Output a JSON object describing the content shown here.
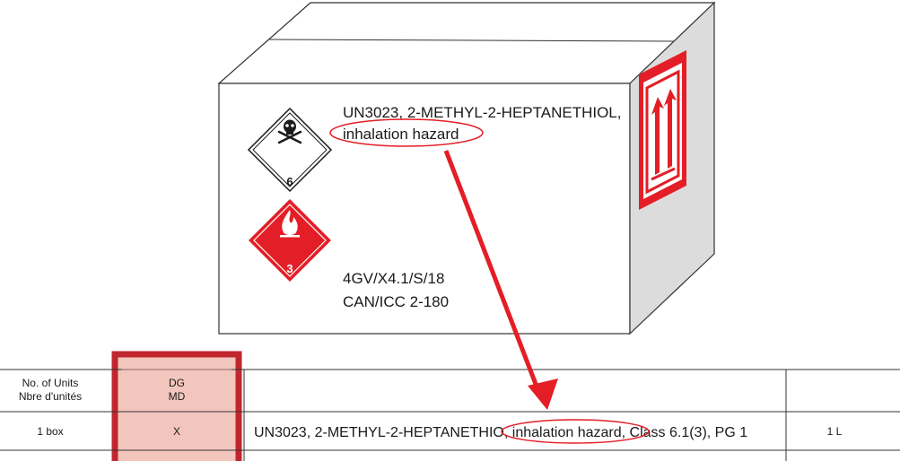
{
  "box": {
    "shipping_name_line1": "UN3023, 2-METHYL-2-HEPTANETHIOL,",
    "shipping_name_line2": "inhalation hazard",
    "packaging_code": "4GV/X4.1/S/18",
    "certification": "CAN/ICC 2-180",
    "toxic_label_class": "6",
    "flammable_label_class": "3"
  },
  "table": {
    "units_header_en": "No. of Units",
    "units_header_fr": "Nbre d'unités",
    "dg_header": "DG",
    "md_header": "MD",
    "units_value": "1 box",
    "dg_mark": "X",
    "description_prefix": "UN3023, 2-METHYL-2-HEPTANETHIO",
    "description_highlight": ", inhalation hazard,",
    "description_suffix": " Class 6.1(3), PG 1",
    "quantity": "1 L"
  },
  "colors": {
    "highlight_red": "#e41e26",
    "dg_column_fill": "#f3c6bd",
    "dg_column_border": "#c0262e",
    "line": "#333333"
  },
  "icons": [
    "skull-crossbones-icon",
    "flame-icon",
    "this-way-up-arrows-icon"
  ]
}
